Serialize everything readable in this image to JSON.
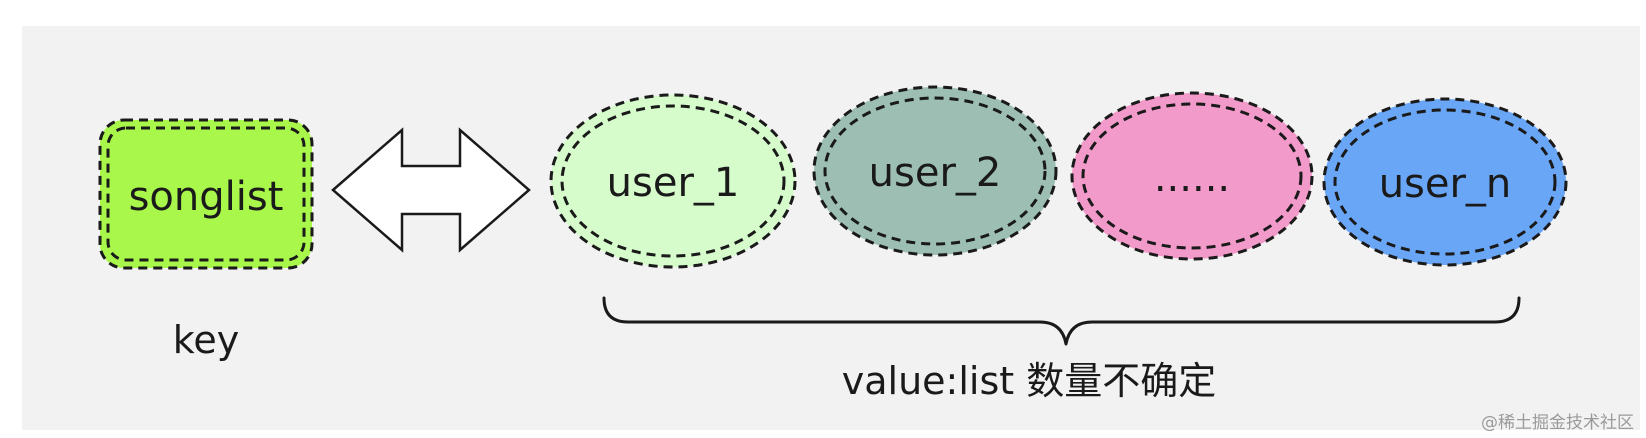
{
  "key_node": {
    "label": "songlist",
    "caption": "key",
    "fill": "#a8f74a"
  },
  "value_nodes": [
    {
      "label": "user_1",
      "fill": "#d6fccc"
    },
    {
      "label": "user_2",
      "fill": "#9dbfb3"
    },
    {
      "label": "......",
      "fill": "#f29bcb"
    },
    {
      "label": "user_n",
      "fill": "#6aa6f6"
    }
  ],
  "value_caption": "value:list 数量不确定",
  "watermark": "@稀土掘金技术社区",
  "colors": {
    "panel_background": "#f2f2f2",
    "stroke": "#1a1a1a",
    "arrow_fill": "#ffffff"
  }
}
